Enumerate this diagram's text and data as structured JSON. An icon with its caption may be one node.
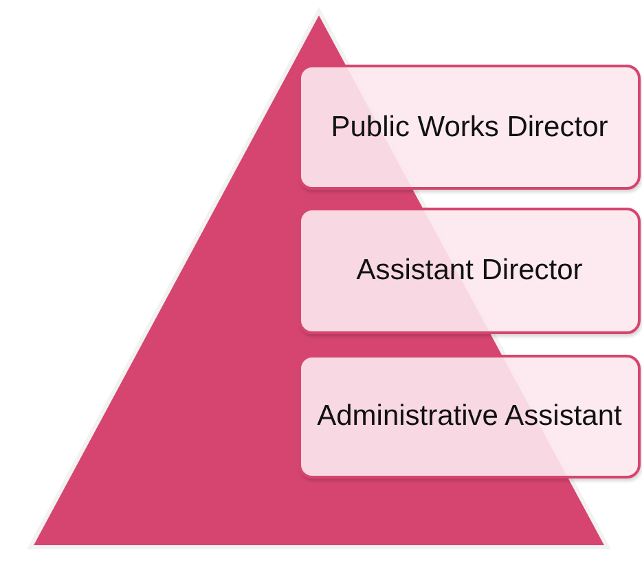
{
  "diagram": {
    "nodes": [
      {
        "text": [
          "Public Works Director"
        ]
      },
      {
        "text": [
          "Assistant Director"
        ]
      },
      {
        "text": [
          "Administrative Assistant"
        ]
      }
    ]
  }
}
